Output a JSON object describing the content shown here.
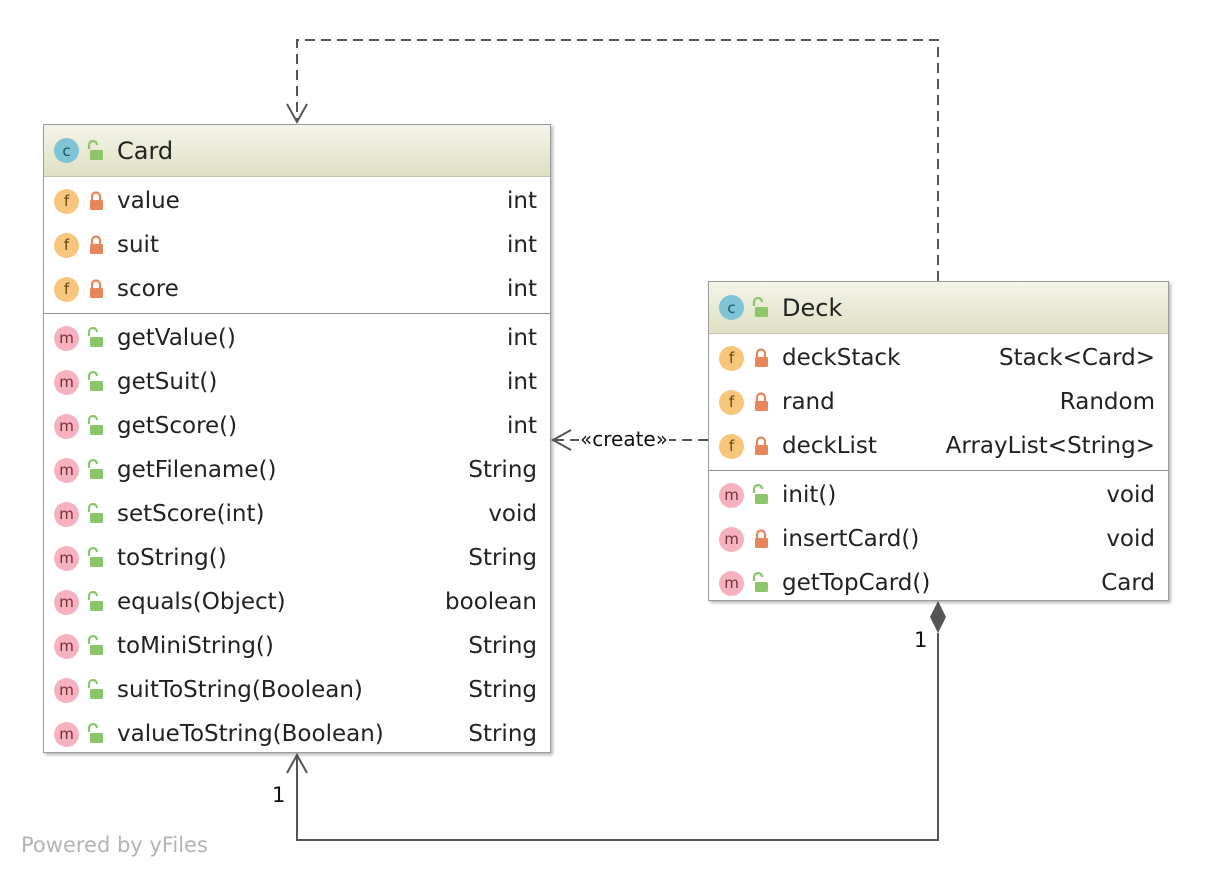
{
  "classes": {
    "card": {
      "name": "Card",
      "badge": "c",
      "fields": [
        {
          "name": "value",
          "type": "int",
          "visibility": "private"
        },
        {
          "name": "suit",
          "type": "int",
          "visibility": "private"
        },
        {
          "name": "score",
          "type": "int",
          "visibility": "private"
        }
      ],
      "methods": [
        {
          "name": "getValue()",
          "type": "int",
          "visibility": "public"
        },
        {
          "name": "getSuit()",
          "type": "int",
          "visibility": "public"
        },
        {
          "name": "getScore()",
          "type": "int",
          "visibility": "public"
        },
        {
          "name": "getFilename()",
          "type": "String",
          "visibility": "public"
        },
        {
          "name": "setScore(int)",
          "type": "void",
          "visibility": "public"
        },
        {
          "name": "toString()",
          "type": "String",
          "visibility": "public"
        },
        {
          "name": "equals(Object)",
          "type": "boolean",
          "visibility": "public"
        },
        {
          "name": "toMiniString()",
          "type": "String",
          "visibility": "public"
        },
        {
          "name": "suitToString(Boolean)",
          "type": "String",
          "visibility": "public"
        },
        {
          "name": "valueToString(Boolean)",
          "type": "String",
          "visibility": "public"
        }
      ]
    },
    "deck": {
      "name": "Deck",
      "badge": "c",
      "fields": [
        {
          "name": "deckStack",
          "type": "Stack<Card>",
          "visibility": "private"
        },
        {
          "name": "rand",
          "type": "Random",
          "visibility": "private"
        },
        {
          "name": "deckList",
          "type": "ArrayList<String>",
          "visibility": "private"
        }
      ],
      "methods": [
        {
          "name": "init()",
          "type": "void",
          "visibility": "public"
        },
        {
          "name": "insertCard()",
          "type": "void",
          "visibility": "private"
        },
        {
          "name": "getTopCard()",
          "type": "Card",
          "visibility": "public"
        }
      ]
    }
  },
  "badges": {
    "field": "f",
    "method": "m"
  },
  "edges": {
    "create_label": "«create»",
    "composition_source_multiplicity": "1",
    "composition_target_multiplicity": "1"
  },
  "footer": "Powered by yFiles",
  "icons": {
    "class": "class-icon",
    "field": "field-icon",
    "method": "method-icon",
    "public": "unlocked-icon",
    "private": "locked-icon"
  },
  "colors": {
    "header_gradient_top": "#f4f4e8",
    "header_gradient_bottom": "#dfe0c3",
    "class_badge": "#7ec3d6",
    "field_badge": "#f7c57b",
    "method_badge": "#f6b3bf",
    "public_lock": "#8cc56a",
    "private_lock": "#e8865a",
    "edge": "#555555"
  }
}
